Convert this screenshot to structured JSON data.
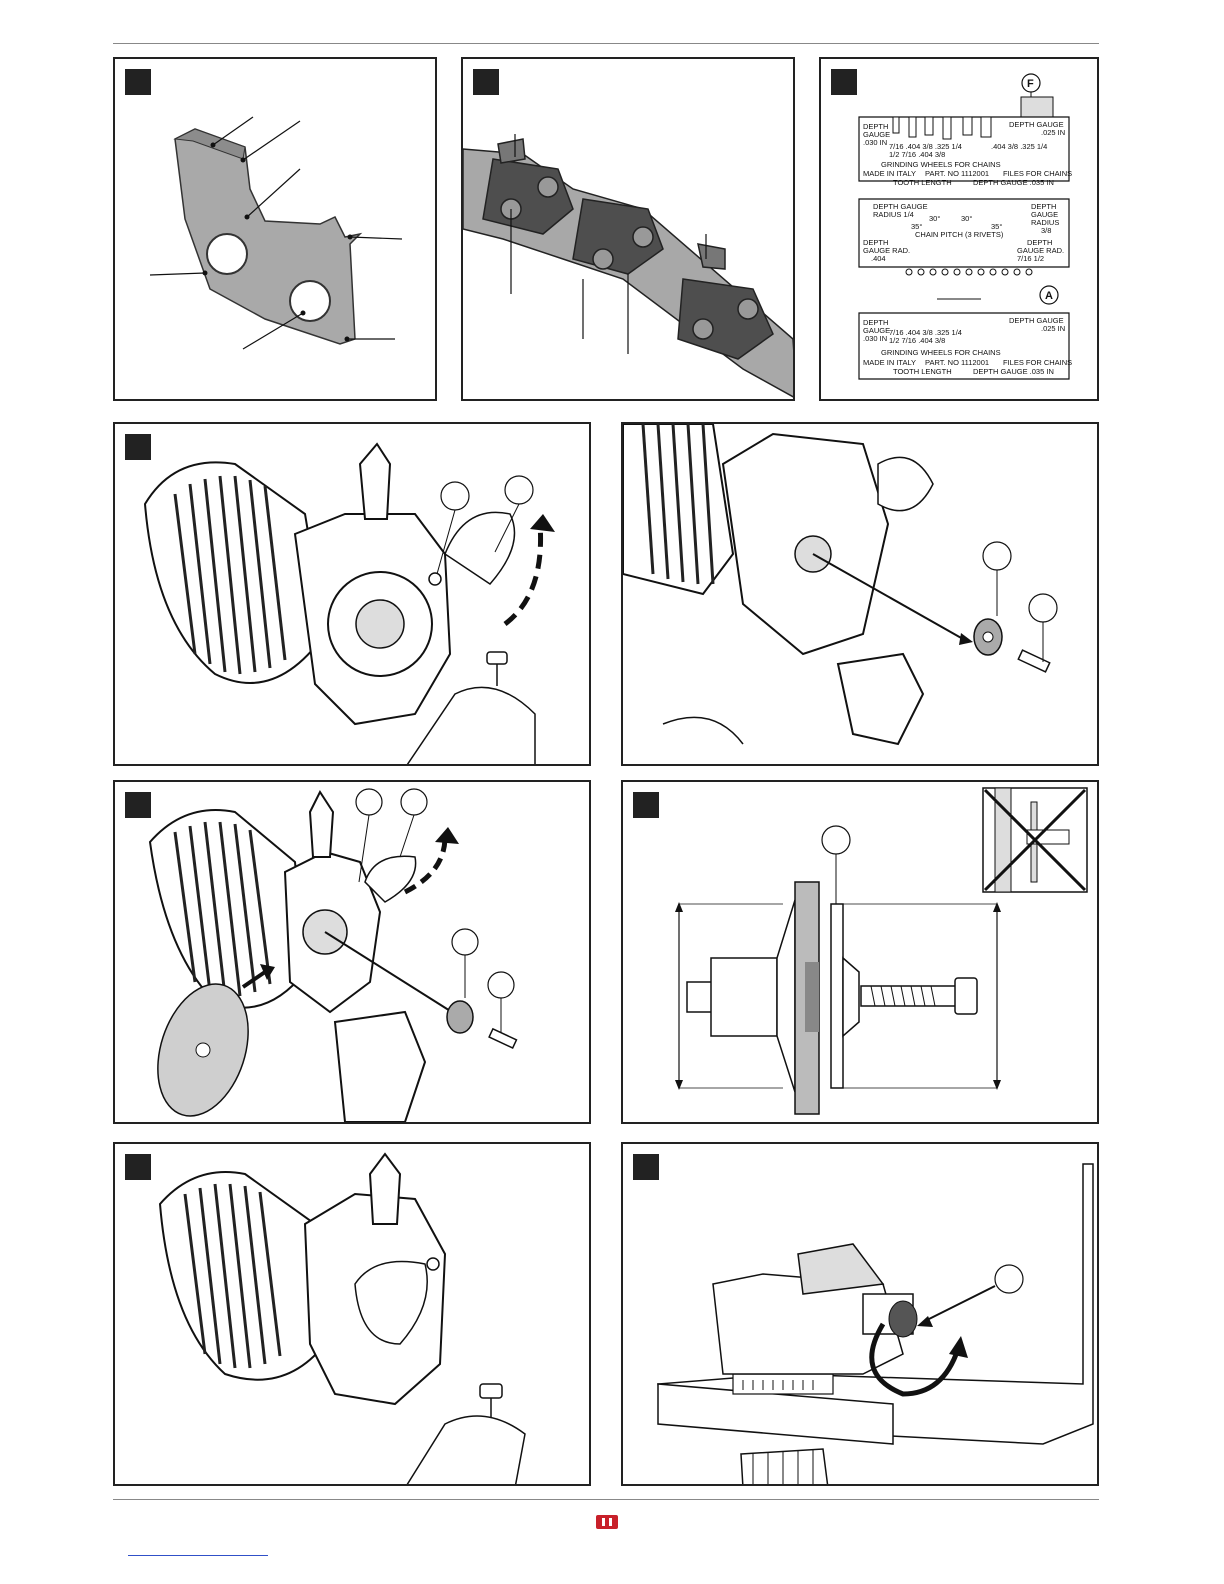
{
  "panels": [
    {
      "id": "p1",
      "figure": "chain-cutter-tooth"
    },
    {
      "id": "p2",
      "figure": "saw-chain-segment"
    },
    {
      "id": "p3",
      "figure": "depth-gauge-template"
    },
    {
      "id": "p4",
      "figure": "open-wheel-guard"
    },
    {
      "id": "p5",
      "figure": "remove-wheel-screw"
    },
    {
      "id": "p6",
      "figure": "replace-grinding-wheel"
    },
    {
      "id": "p7",
      "figure": "wheel-mounting-cross-section"
    },
    {
      "id": "p8",
      "figure": "guard-closed"
    },
    {
      "id": "p9",
      "figure": "vise-adjust-knob"
    }
  ],
  "gauge": {
    "top": {
      "depth_gauge_left": "DEPTH\nGAUGE\n.030 IN",
      "depth_gauge_right": "DEPTH GAUGE\n.025 IN",
      "grinding_wheels": "GRINDING  WHEELS FOR CHAINS",
      "files_for_chains": "FILES FOR CHAINS",
      "made_in": "MADE IN ITALY",
      "part_no": "PART. NO 1112001",
      "tooth_length": "TOOTH LENGTH",
      "depth_gauge_bottom": "DEPTH GAUGE .035 IN",
      "pitches_row1": "7/16   .404   3/8  .325   1/4",
      "pitches_row2": "1/2    7/16   .404  3/8",
      "pitches_right": ".404  3/8  .325  1/4"
    },
    "middle": {
      "depth_gauge_radius_left": "DEPTH GAUGE\nRADIUS 1/4",
      "depth_gauge_radius_right": "DEPTH\nGAUGE\nRADIUS\n3/8",
      "chain_pitch": "CHAIN PITCH (3 RIVETS)",
      "angle_30": "30°",
      "angle_35": "35°",
      "depth_gauge_rad_left": "DEPTH\nGAUGE RAD.\n.404",
      "depth_gauge_rad_right": "DEPTH\nGAUGE RAD.\n7/16  1/2"
    },
    "callout_F": "F",
    "callout_A": "A"
  },
  "colors": {
    "frame": "#222222",
    "line": "#111111",
    "tooth_light": "#a8a8a8",
    "tooth_dark": "#555555",
    "chain_dark": "#4a4a4a"
  }
}
